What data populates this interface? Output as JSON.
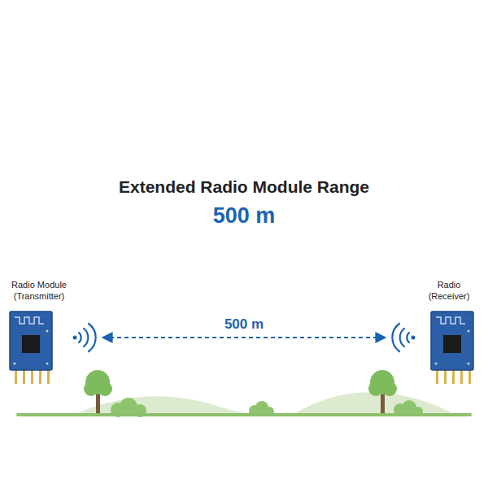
{
  "diagram": {
    "title": "Extended Radio Module Range",
    "nodes": [
      {
        "text": [
          "Radio Module (Transmitter)"
        ]
      },
      {
        "text": [
          "Radio (Receiver)"
        ]
      }
    ],
    "edges": [
      {
        "from": 0,
        "to": 1,
        "arrow": "both",
        "label": "500 m"
      }
    ],
    "labels": [
      "500 m"
    ]
  }
}
